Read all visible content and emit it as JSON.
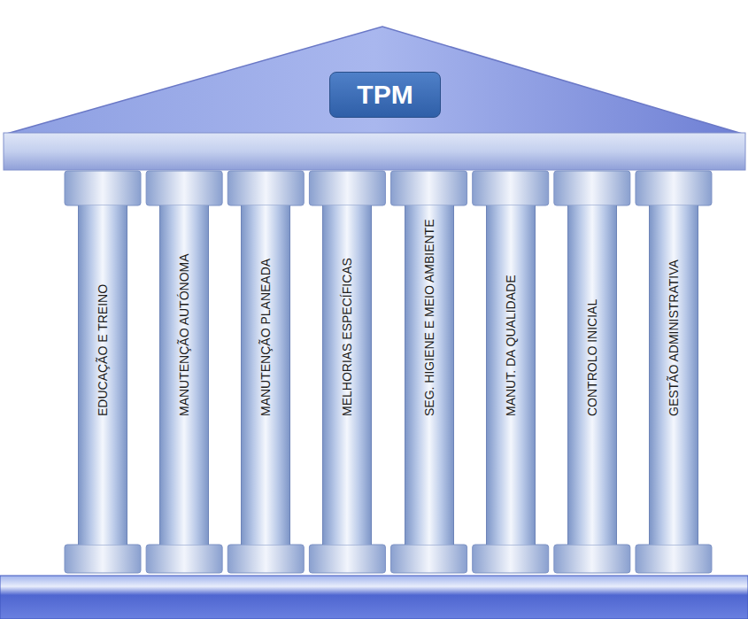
{
  "diagram": {
    "nodes": [
      {
        "text": [
          "TPM"
        ]
      },
      {
        "text": [
          "EDUCAÇÃO E TREINO"
        ]
      },
      {
        "text": [
          "MANUTENÇÃO AUTÓNOMA"
        ]
      },
      {
        "text": [
          "MANUTENÇÃO PLANEADA"
        ]
      },
      {
        "text": [
          "MELHORIAS ESPECÍFICAS"
        ]
      },
      {
        "text": [
          "SEG. HIGIENE E MEIO AMBIENTE"
        ]
      },
      {
        "text": [
          "MANUT. DA QUALIDADE"
        ]
      },
      {
        "text": [
          "CONTROLO INICIAL"
        ]
      },
      {
        "text": [
          "GESTÃO ADMINISTRATIVA"
        ]
      }
    ]
  }
}
